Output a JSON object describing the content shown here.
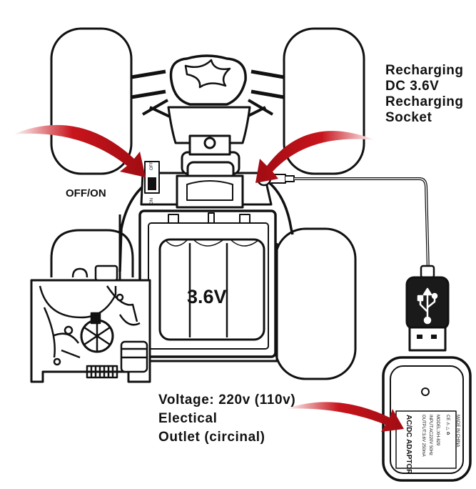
{
  "labels": {
    "off_on": "OFF/ON",
    "recharge_lines": [
      "Recharging",
      "DC 3.6V",
      "Recharging",
      "Socket"
    ],
    "battery": "3.6V",
    "voltage_lines": [
      "Voltage: 220v (110v)",
      "Electical",
      "Outlet (circinal)"
    ]
  },
  "switch": {
    "on": "ON",
    "off": "OFF"
  },
  "adapter": {
    "made_in": "MADE IN CHINA",
    "model": "MODEL:XH-829",
    "input": "INPUT:AC220V 50Hz",
    "output": "OUTPUT:3.6V 250mA",
    "title": "AC/DC ADAPTOR"
  },
  "colors": {
    "arrow_red": "#c8141c",
    "outline": "#111111",
    "usb_body": "#1a1a1a"
  },
  "icons": [
    "usb-icon",
    "ce-mark-icon"
  ]
}
